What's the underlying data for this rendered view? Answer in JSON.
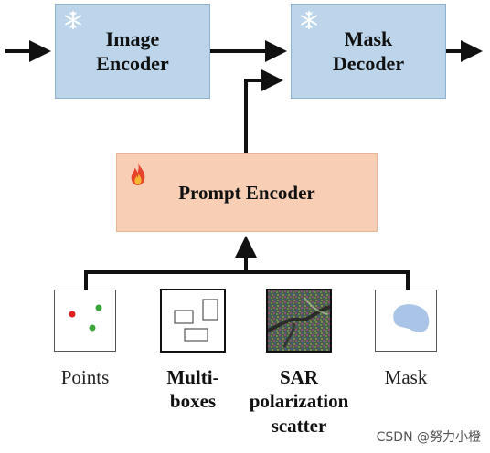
{
  "encoders": {
    "image_encoder": [
      "Image",
      "Encoder"
    ],
    "mask_decoder": [
      "Mask",
      "Decoder"
    ],
    "prompt_encoder": "Prompt Encoder"
  },
  "icons": {
    "frozen": "snowflake-icon",
    "trainable": "flame-icon"
  },
  "prompts": [
    {
      "lines": [
        "Points"
      ],
      "bold": false
    },
    {
      "lines": [
        "Multi-",
        "boxes"
      ],
      "bold": true
    },
    {
      "lines": [
        "SAR",
        "polarization",
        "scatter"
      ],
      "bold": true
    },
    {
      "lines": [
        "Mask"
      ],
      "bold": false
    }
  ],
  "watermark": "CSDN @努力小橙",
  "colors": {
    "encoder_fill": "#bcd5ea",
    "prompt_fill": "#f8cfb4",
    "point_red": "#e0201e",
    "point_green": "#3aa53a",
    "mask_blob": "#a9c4e6"
  }
}
